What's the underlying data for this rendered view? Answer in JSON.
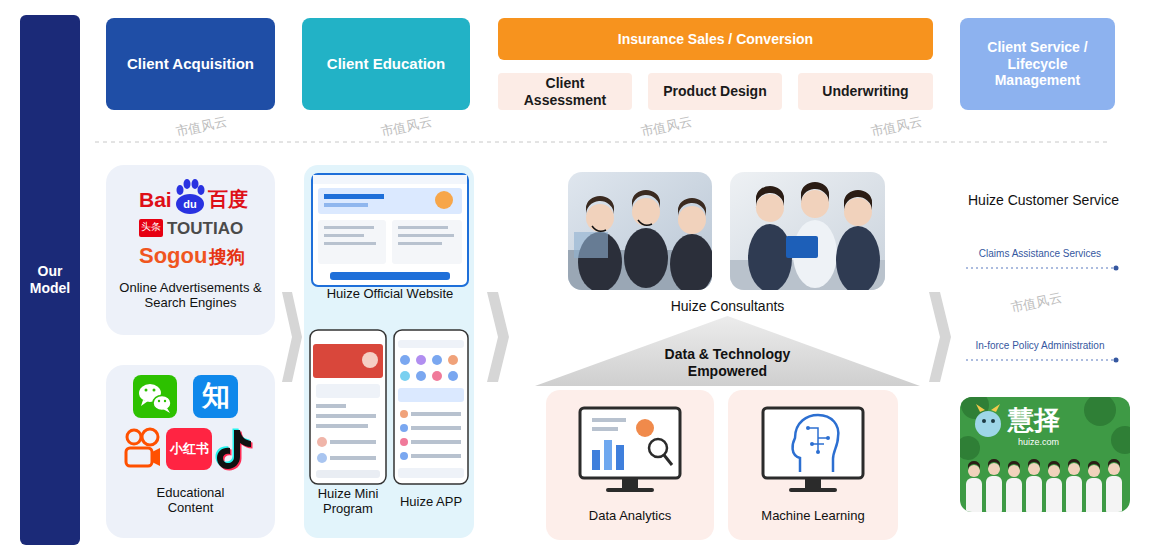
{
  "diagram": {
    "nodes": [
      {
        "text": [
          "Our Model"
        ]
      },
      {
        "text": [
          "Client Acquisition"
        ]
      },
      {
        "text": [
          "Client Education"
        ]
      },
      {
        "text": [
          "Insurance Sales / Conversion"
        ]
      },
      {
        "text": [
          "Client Assessment"
        ]
      },
      {
        "text": [
          "Product Design"
        ]
      },
      {
        "text": [
          "Underwriting"
        ]
      },
      {
        "text": [
          "Client Service / Lifecycle Management"
        ]
      },
      {
        "text": [
          "Online Advertisements & Search Engines"
        ]
      },
      {
        "text": [
          "Educational Content"
        ]
      },
      {
        "text": [
          "Huize Official Website"
        ]
      },
      {
        "text": [
          "Huize Mini Program"
        ]
      },
      {
        "text": [
          "Huize APP"
        ]
      },
      {
        "text": [
          "Huize Consultants"
        ]
      },
      {
        "text": [
          "Data & Technology Empowered"
        ]
      },
      {
        "text": [
          "Data Analytics"
        ]
      },
      {
        "text": [
          "Machine Learning"
        ]
      }
    ],
    "labels": [
      "Bai",
      "du",
      "百度",
      "头条",
      "TOUTIAO",
      "Sogou",
      "搜狗",
      "知",
      "小红书",
      "Huize Customer Service",
      "Claims Assistance Services",
      "In-force Policy Administration",
      "慧择",
      "huize.com",
      "市值风云",
      "市值风云",
      "市值风云",
      "市值风云",
      "市值风云"
    ]
  }
}
